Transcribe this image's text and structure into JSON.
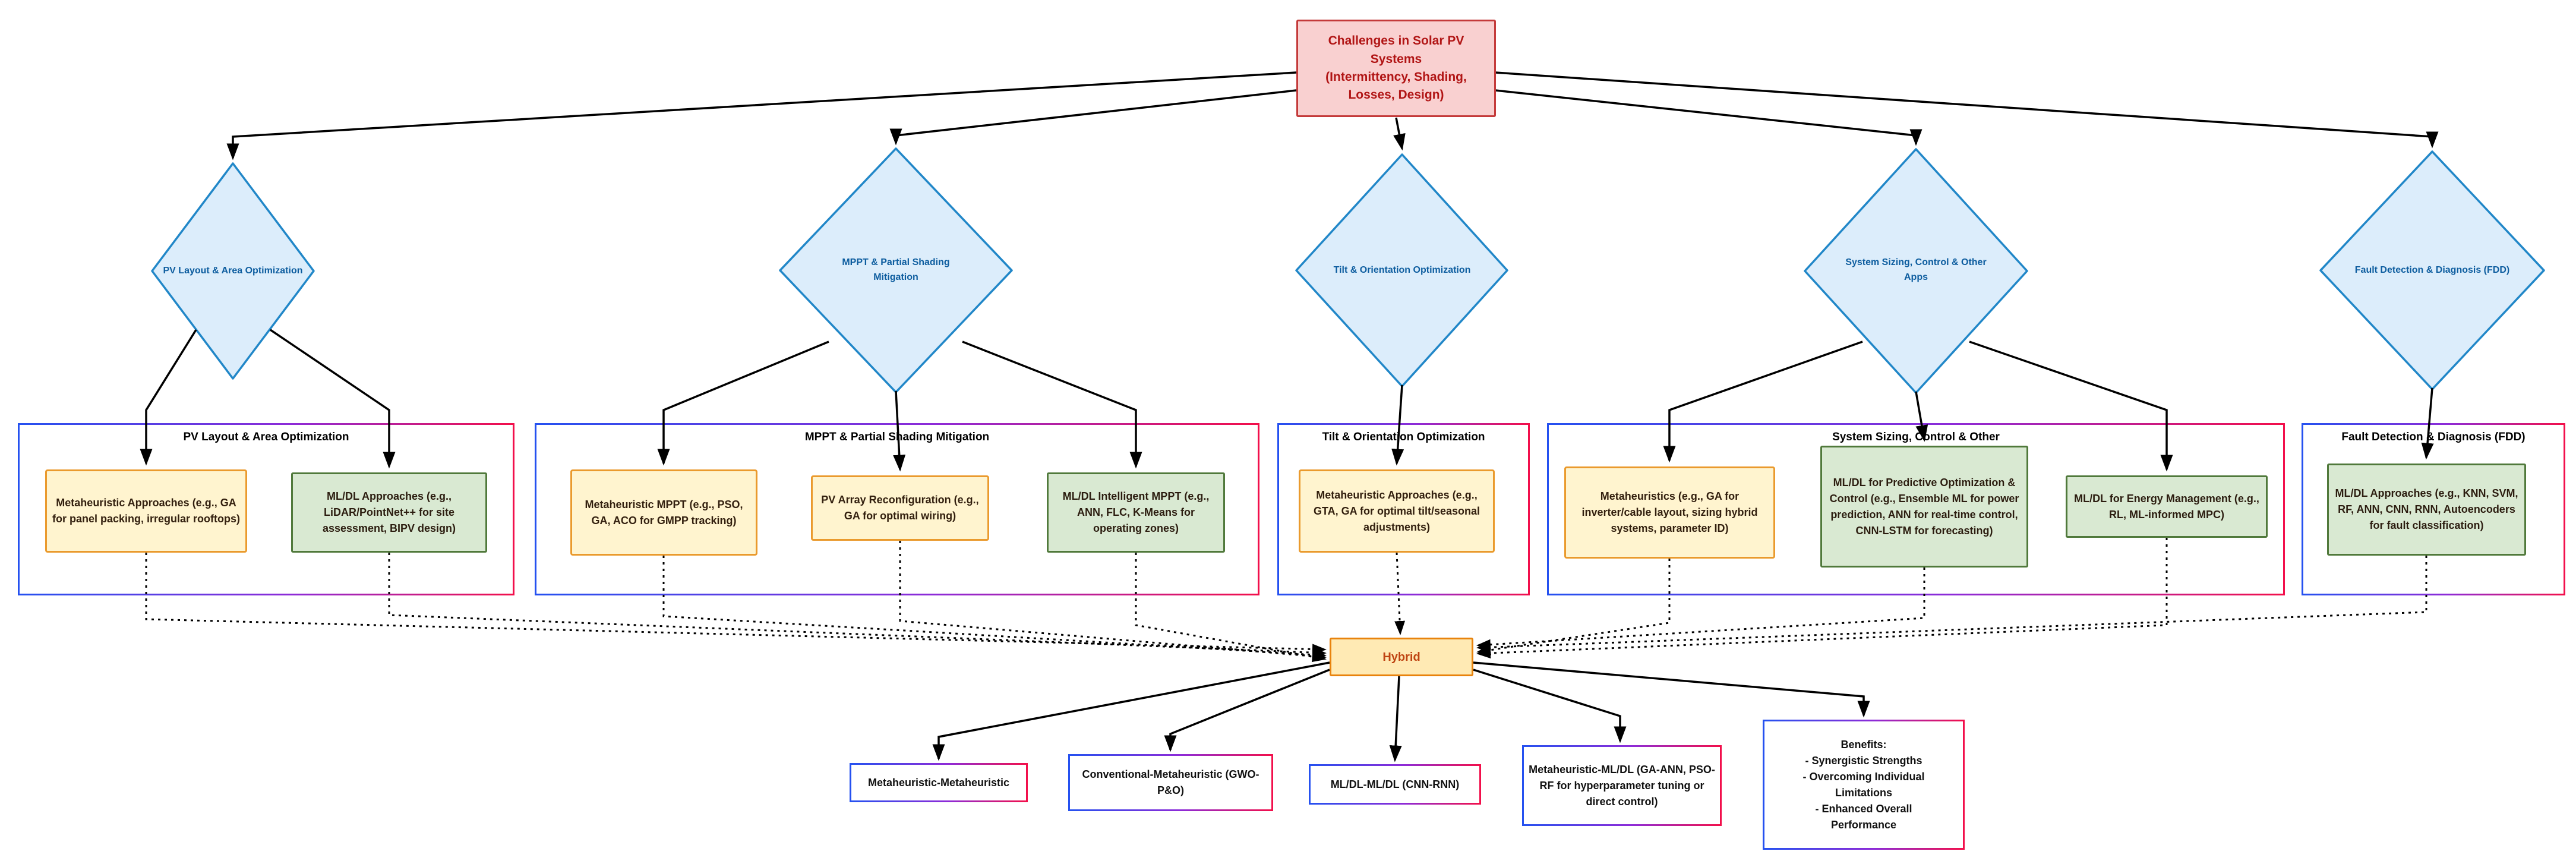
{
  "root_node": {
    "label": "Challenges in Solar PV Systems\n(Intermittency, Shading, Losses, Design)"
  },
  "categories": [
    {
      "diamond_label": "PV Layout & Area Optimization",
      "container_title": "PV Layout & Area Optimization",
      "approaches": [
        {
          "kind": "metaheuristic",
          "text": "Metaheuristic Approaches (e.g., GA for panel packing, irregular rooftops)"
        },
        {
          "kind": "ml_dl",
          "text": "ML/DL Approaches (e.g., LiDAR/PointNet++ for site assessment, BIPV design)"
        }
      ]
    },
    {
      "diamond_label": "MPPT & Partial Shading Mitigation",
      "container_title": "MPPT & Partial Shading Mitigation",
      "approaches": [
        {
          "kind": "metaheuristic",
          "text": "Metaheuristic MPPT (e.g., PSO, GA, ACO for GMPP tracking)"
        },
        {
          "kind": "metaheuristic",
          "text": "PV Array Reconfiguration (e.g., GA for optimal wiring)"
        },
        {
          "kind": "ml_dl",
          "text": "ML/DL Intelligent MPPT (e.g., ANN, FLC, K-Means for operating zones)"
        }
      ]
    },
    {
      "diamond_label": "Tilt & Orientation Optimization",
      "container_title": "Tilt & Orientation Optimization",
      "approaches": [
        {
          "kind": "metaheuristic",
          "text": "Metaheuristic Approaches (e.g., GTA, GA for optimal tilt/seasonal adjustments)"
        }
      ]
    },
    {
      "diamond_label": "System Sizing, Control & Other Apps",
      "container_title": "System Sizing, Control & Other",
      "approaches": [
        {
          "kind": "metaheuristic",
          "text": "Metaheuristics (e.g., GA for inverter/cable layout, sizing hybrid systems, parameter ID)"
        },
        {
          "kind": "ml_dl",
          "text": "ML/DL for Predictive Optimization & Control (e.g., Ensemble ML for power prediction, ANN for real-time control, CNN-LSTM for forecasting)"
        },
        {
          "kind": "ml_dl",
          "text": "ML/DL for Energy Management (e.g., RL, ML-informed MPC)"
        }
      ]
    },
    {
      "diamond_label": "Fault Detection & Diagnosis (FDD)",
      "container_title": "Fault Detection & Diagnosis (FDD)",
      "approaches": [
        {
          "kind": "ml_dl",
          "text": "ML/DL Approaches (e.g., KNN, SVM, RF, ANN, CNN, RNN, Autoencoders for fault classification)"
        }
      ]
    }
  ],
  "hybrid": {
    "label": "Hybrid",
    "combinations": [
      "Metaheuristic-Metaheuristic",
      "Conventional-Metaheuristic (GWO-P&O)",
      "ML/DL-ML/DL (CNN-RNN)",
      "Metaheuristic-ML/DL (GA-ANN, PSO-RF for hyperparameter tuning or direct control)"
    ],
    "benefits": "Benefits:\n- Synergistic Strengths\n- Overcoming Individual Limitations\n- Enhanced Overall Performance"
  },
  "colors": {
    "root_fill": "#f9d0d0",
    "root_border": "#c43a3a",
    "root_text": "#b11515",
    "diamond_fill": "#dcedfb",
    "diamond_border": "#2187c8",
    "diamond_text": "#0d5d9f",
    "metaheuristic_fill": "#fff4cf",
    "metaheuristic_border": "#ea9a2d",
    "ml_dl_fill": "#d9e9d2",
    "ml_dl_border": "#50793b",
    "hybrid_fill": "#ffeab4",
    "hybrid_border": "#e8830d",
    "hybrid_text": "#bf4412",
    "frame_gradient_left": "#2551f0",
    "frame_gradient_mid": "#8d2bd8",
    "frame_gradient_right": "#f20f4b",
    "connector": "#000000"
  }
}
